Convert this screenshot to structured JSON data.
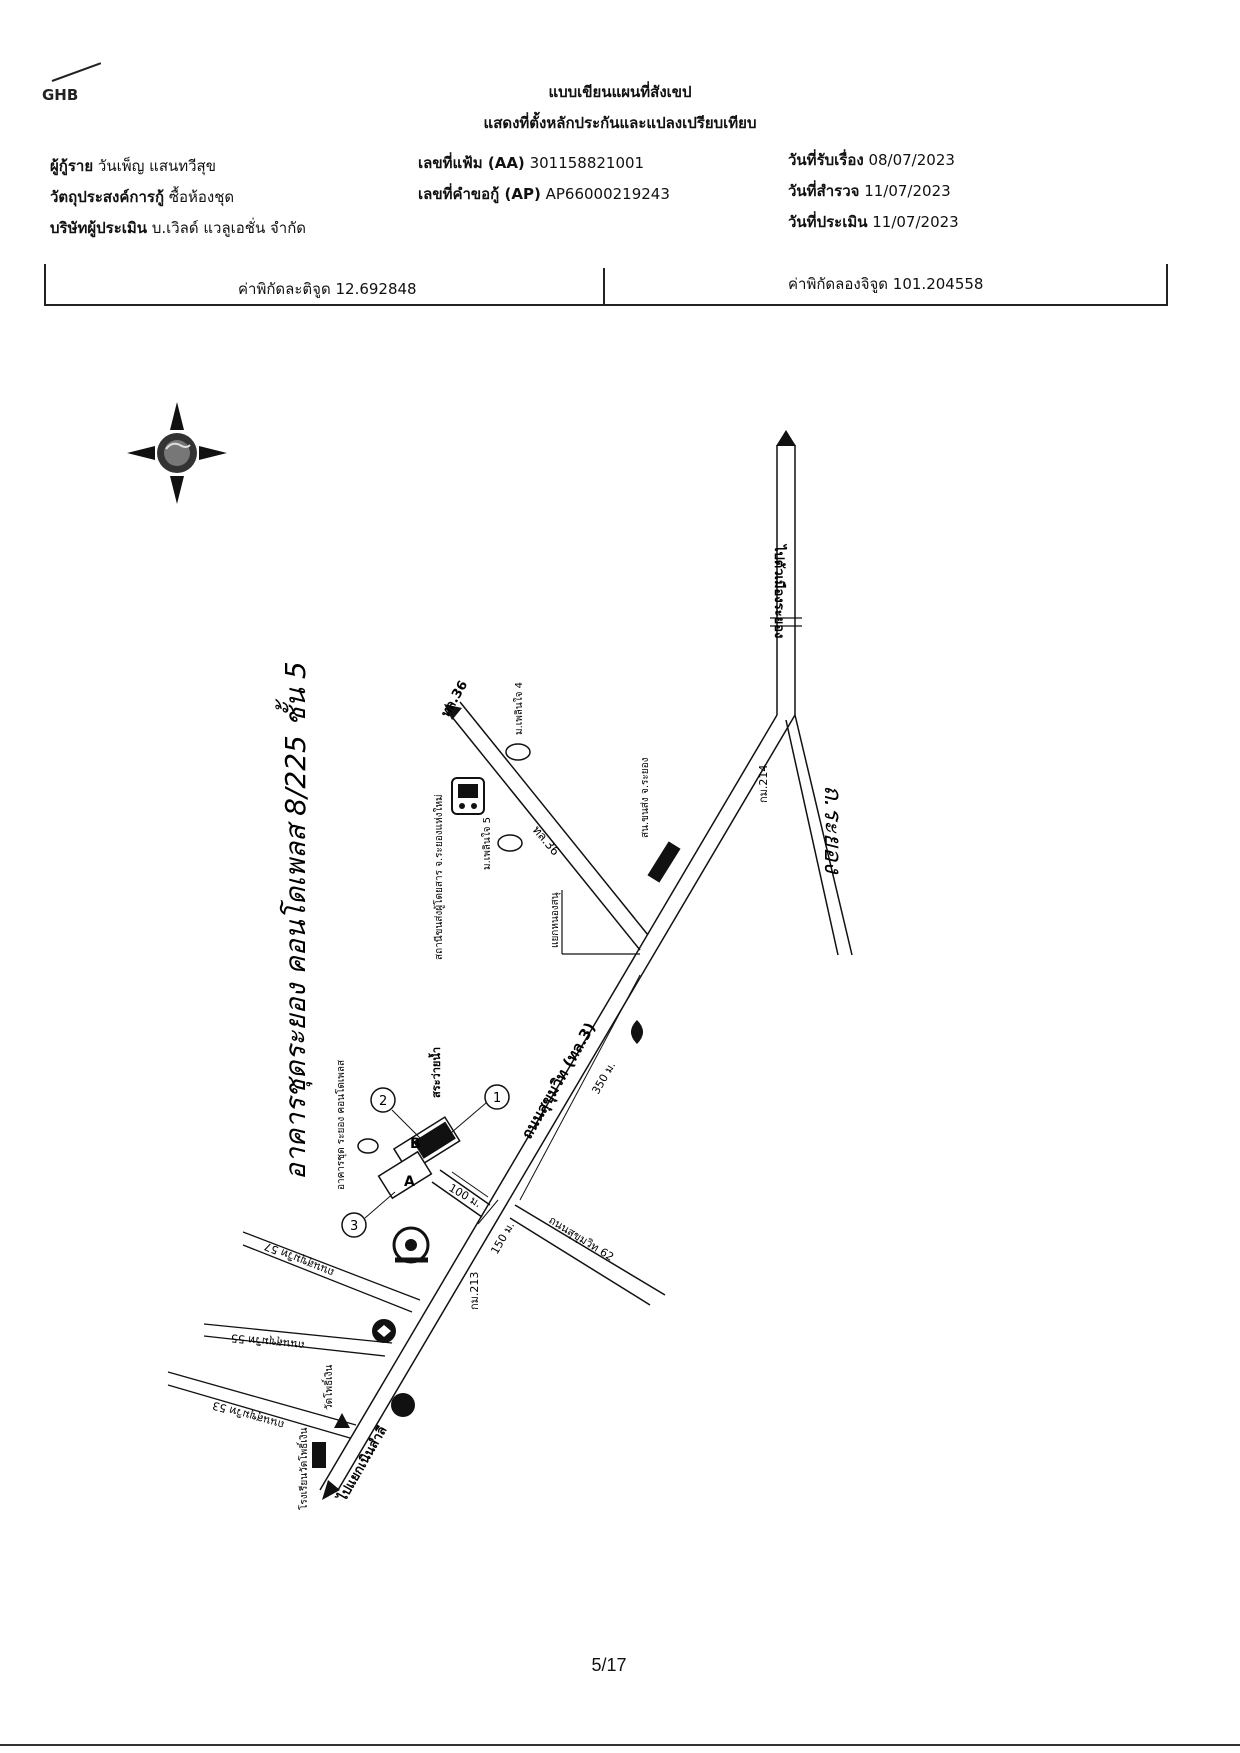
{
  "header": {
    "logo": "GHB",
    "title_line1": "แบบเขียนแผนที่สังเขป",
    "title_line2": "แสดงที่ตั้งหลักประกันและแปลงเปรียบเทียบ",
    "borrower_label": "ผู้กู้ราย",
    "borrower_value": "วันเพ็ญ แสนทวีสุข",
    "purpose_label": "วัตถุประสงค์การกู้",
    "purpose_value": "ซื้อห้องชุด",
    "appraiser_label": "บริษัทผู้ประเมิน",
    "appraiser_value": "บ.เวิลด์ แวลูเอชั่น จำกัด",
    "file_no_label": "เลขที่แฟ้ม (AA)",
    "file_no_value": "301158821001",
    "request_no_label": "เลขที่คำขอกู้ (AP)",
    "request_no_value": "AP66000219243",
    "received_label": "วันที่รับเรื่อง",
    "received_value": "08/07/2023",
    "survey_label": "วันที่สำรวจ",
    "survey_value": "11/07/2023",
    "appraisal_label": "วันที่ประเมิน",
    "appraisal_value": "11/07/2023"
  },
  "coordinates": {
    "latitude_label": "ค่าพิกัดละติจูด",
    "latitude_value": "12.692848",
    "longitude_label": "ค่าพิกัดลองจิจูด",
    "longitude_value": "101.204558"
  },
  "map": {
    "handwritten_note": "อาคารชุดระยอง คอนโดเพลส 8/225 ชั้น 5",
    "handwritten_road": "ถ.ระยอง",
    "labels": {
      "to_rayong_city": "ไปตัวเมืองระยอง",
      "to_ban_phe": "ไปแยกเนินสำลี",
      "sukhumvit": "ถนนสุขุมวิท (ทล.3)",
      "road_36": "ทล.36",
      "road_36b": "ทล.36",
      "km214": "กม.214",
      "km213": "กม.213",
      "dist_350": "350 ม.",
      "dist_150": "150 ม.",
      "dist_100": "100 ม.",
      "bus_terminal": "สถานีขนส่งผู้โดยสาร จ.ระยองแห่งใหม่",
      "village4": "ม.เพลินใจ 4",
      "village5": "ม.เพลินใจ 5",
      "rayong_office": "สน.ขนส่ง จ.ระยอง",
      "junction": "แยกหนองสนุ",
      "condo_name": "อาคารชุด ระยอง คอนโดเพลส",
      "pool": "สระว่ายน้ำ",
      "soi62": "ถนนสุขุมวิท 62",
      "soi57": "ถนนสุขุมวิท 57",
      "soi55": "ถนนสุขุมวิท 55",
      "soi53": "ถนนสุขุมวิท 53",
      "wat": "วัดโพธิ์เงิน",
      "school": "โรงเรียนวัดโพธิ์เงิน",
      "bldg_a": "A",
      "bldg_b": "B",
      "marker1": "1",
      "marker2": "2",
      "marker3": "3"
    }
  },
  "footer": {
    "page": "5/17"
  }
}
